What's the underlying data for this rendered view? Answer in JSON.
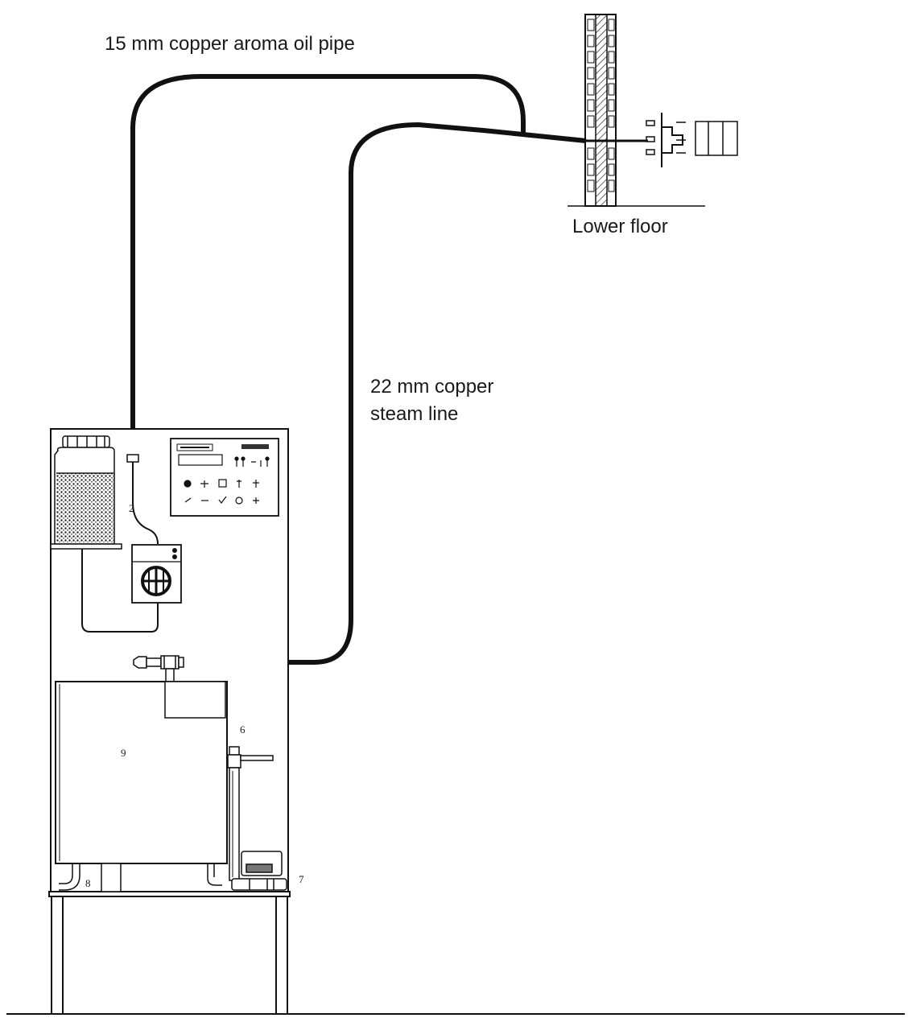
{
  "labels": {
    "oil_pipe": "15 mm copper aroma oil pipe",
    "steam_line_1": "22 mm copper",
    "steam_line_2": "steam line",
    "lower_floor": "Lower floor"
  },
  "callouts": {
    "n2": "2",
    "n6": "6",
    "n7": "7",
    "n8": "8",
    "n9": "9"
  },
  "colors": {
    "line": "#111111",
    "background": "#ffffff"
  }
}
